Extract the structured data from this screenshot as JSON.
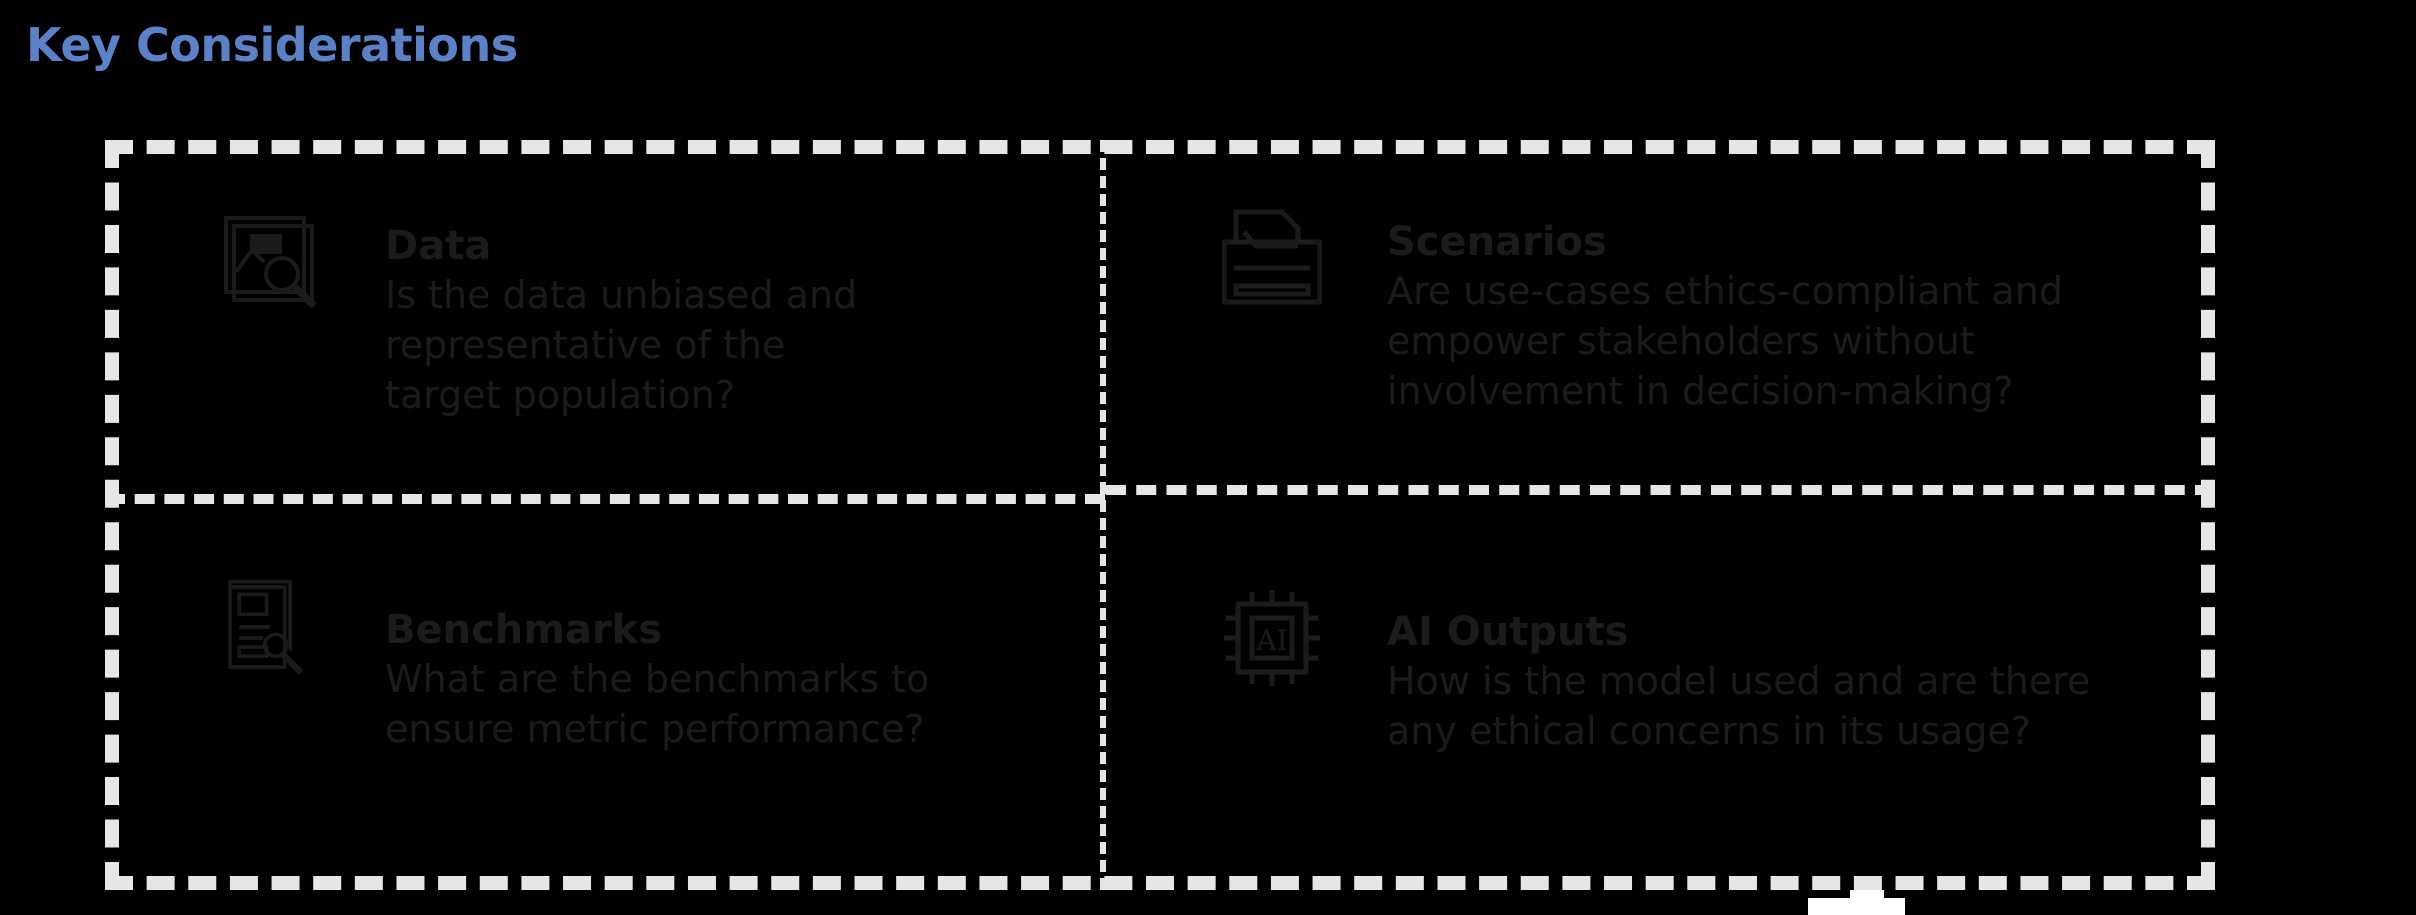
{
  "header": {
    "title": "Key Considerations"
  },
  "colors": {
    "title": "#5b82c9",
    "background": "#000000",
    "border": "#e6e6e6",
    "text": "#1c1a1b"
  },
  "cells": [
    {
      "icon": "data-search-icon",
      "title": "Data",
      "description": "Is the data unbiased and representative of the target population?"
    },
    {
      "icon": "printer-document-icon",
      "title": "Scenarios",
      "description": "Are use-cases ethics-compliant and empower stakeholders without involvement in decision-making?"
    },
    {
      "icon": "report-search-icon",
      "title": "Benchmarks",
      "description": "What are the benchmarks to ensure metric performance?"
    },
    {
      "icon": "ai-chip-icon",
      "title": "AI Outputs",
      "description": "How is the model used and are there any ethical concerns in its usage?"
    }
  ]
}
